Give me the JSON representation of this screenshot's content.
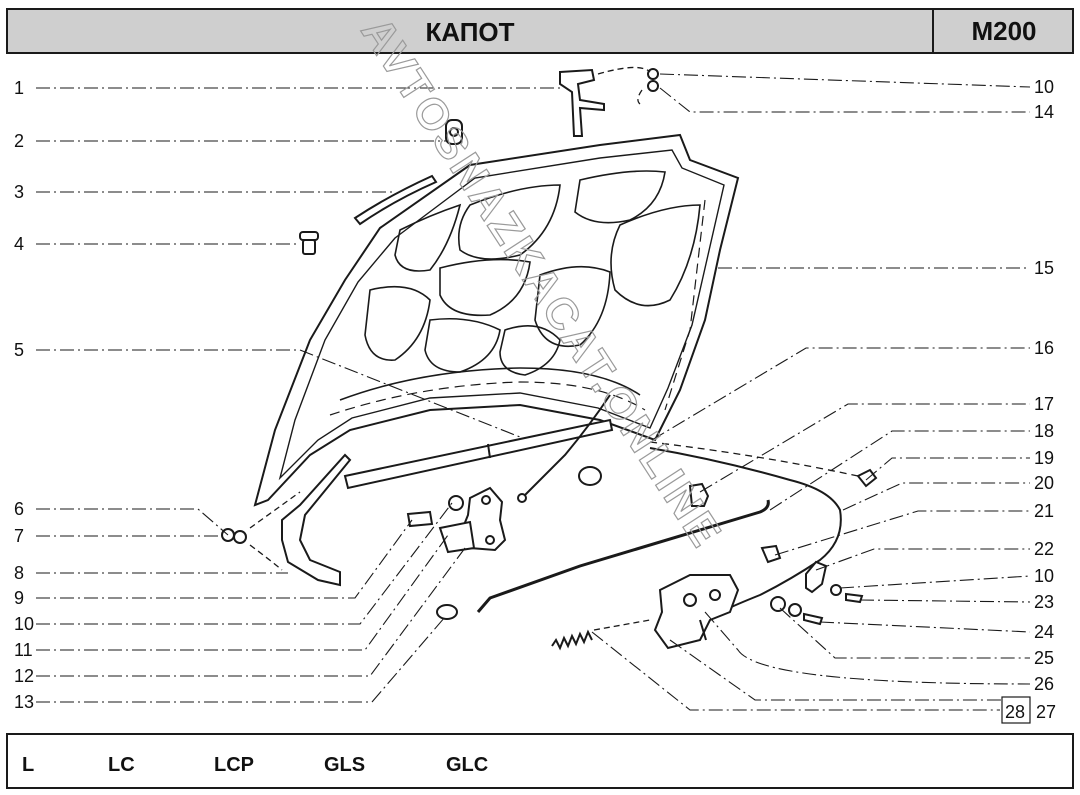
{
  "header": {
    "title": "КАПОТ",
    "model_code": "M200"
  },
  "callouts_left": [
    "1",
    "2",
    "3",
    "4",
    "5",
    "6",
    "7",
    "8",
    "9",
    "10",
    "11",
    "12",
    "13"
  ],
  "callouts_right": [
    "10",
    "14",
    "15",
    "16",
    "17",
    "18",
    "19",
    "20",
    "21",
    "22",
    "10",
    "23",
    "24",
    "25",
    "26",
    "28",
    "27"
  ],
  "footer": {
    "versions": [
      "L",
      "LC",
      "LCP",
      "GLS",
      "GLC"
    ]
  },
  "watermark": "AVTOSNAZKACAT.ONLINE"
}
